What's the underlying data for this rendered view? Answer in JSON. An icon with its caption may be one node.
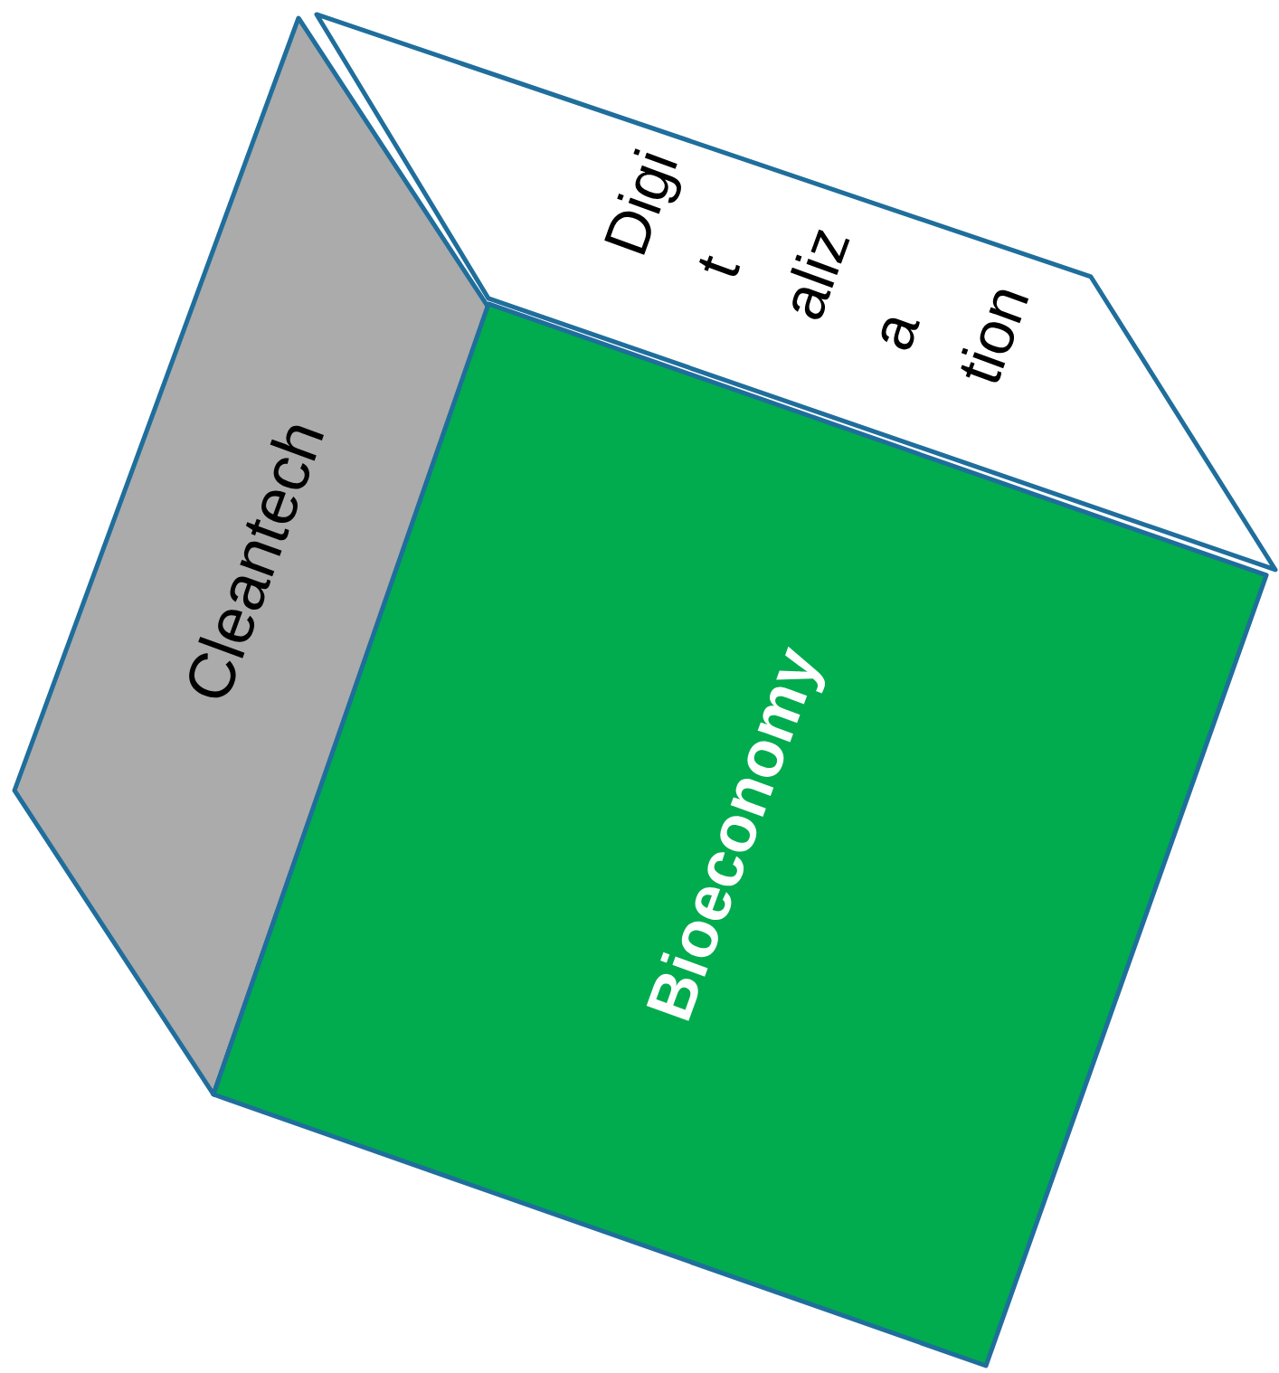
{
  "diagram": {
    "nodes": [
      {
        "text": [
          "Cleantech"
        ]
      },
      {
        "text": [
          "Digi t aliz a tion"
        ]
      },
      {
        "text": [
          "Bioeconomy"
        ]
      }
    ]
  }
}
